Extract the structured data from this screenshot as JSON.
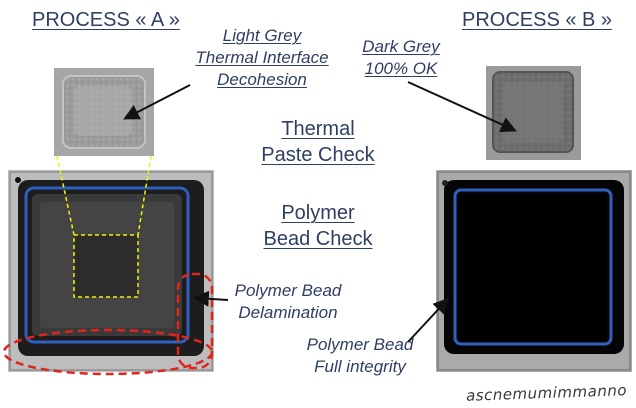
{
  "process_a": {
    "title": "PROCESS « A »",
    "interface_note": [
      "Light Grey",
      "Thermal Interface",
      "Decohesion"
    ],
    "bead_note": [
      "Polymer Bead",
      "Delamination"
    ]
  },
  "process_b": {
    "title": "PROCESS « B »",
    "interface_note": [
      "Dark Grey",
      "100% OK"
    ],
    "bead_note": [
      "Polymer Bead",
      "Full integrity"
    ]
  },
  "center": {
    "thermal_check": [
      "Thermal",
      "Paste Check"
    ],
    "polymer_check": [
      "Polymer",
      "Bead Check"
    ]
  },
  "watermark": "ascnemumimmanno",
  "colors": {
    "text": "#2e3f63",
    "bead_outline": "#2f5fbf",
    "highlight_dashed": "#e0251c",
    "zoom_lines": "#f2f200"
  }
}
